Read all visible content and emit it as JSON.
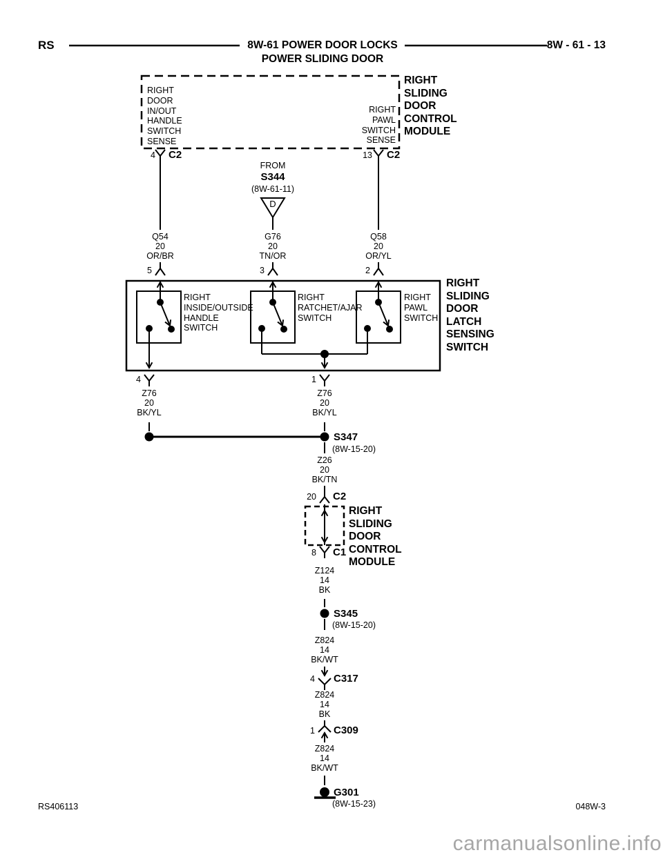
{
  "header": {
    "code": "RS",
    "title": "8W-61 POWER DOOR LOCKS",
    "subtitle": "POWER SLIDING DOOR",
    "page": "8W - 61 - 13"
  },
  "top_module": {
    "name": "RIGHT\nSLIDING\nDOOR\nCONTROL\nMODULE",
    "left_function": "RIGHT\nDOOR\nIN/OUT\nHANDLE\nSWITCH\nSENSE",
    "right_function": "RIGHT\nPAWL\nSWITCH\nSENSE",
    "left_connector": {
      "pin": "4",
      "name": "C2"
    },
    "right_connector": {
      "pin": "13",
      "name": "C2"
    }
  },
  "source": {
    "prefix": "FROM",
    "splice": "S344",
    "ref": "(8W-61-11)",
    "letter": "D"
  },
  "wires": {
    "q54": {
      "circuit": "Q54",
      "gauge": "20",
      "color": "OR/BR"
    },
    "g76": {
      "circuit": "G76",
      "gauge": "20",
      "color": "TN/OR"
    },
    "q58": {
      "circuit": "Q58",
      "gauge": "20",
      "color": "OR/YL"
    },
    "z76_left": {
      "circuit": "Z76",
      "gauge": "20",
      "color": "BK/YL"
    },
    "z76_right": {
      "circuit": "Z76",
      "gauge": "20",
      "color": "BK/YL"
    },
    "z26": {
      "circuit": "Z26",
      "gauge": "20",
      "color": "BK/TN"
    },
    "z124": {
      "circuit": "Z124",
      "gauge": "14",
      "color": "BK"
    },
    "z824_top": {
      "circuit": "Z824",
      "gauge": "14",
      "color": "BK/WT"
    },
    "z824_mid": {
      "circuit": "Z824",
      "gauge": "14",
      "color": "BK"
    },
    "z824_bottom": {
      "circuit": "Z824",
      "gauge": "14",
      "color": "BK/WT"
    }
  },
  "latch_switch": {
    "name": "RIGHT\nSLIDING\nDOOR\nLATCH\nSENSING\nSWITCH",
    "top_pins": [
      "5",
      "3",
      "2"
    ],
    "switches": [
      "RIGHT\nINSIDE/OUTSIDE\nHANDLE\nSWITCH",
      "RIGHT\nRATCHET/AJAR\nSWITCH",
      "RIGHT\nPAWL\nSWITCH"
    ],
    "bottom_pins": [
      "4",
      "1"
    ]
  },
  "splice_s347": {
    "name": "S347",
    "ref": "(8W-15-20)"
  },
  "mid_module": {
    "name": "RIGHT\nSLIDING\nDOOR\nCONTROL\nMODULE",
    "top_connector": {
      "pin": "20",
      "name": "C2"
    },
    "bottom_connector": {
      "pin": "8",
      "name": "C1"
    }
  },
  "splice_s345": {
    "name": "S345",
    "ref": "(8W-15-20)"
  },
  "connector_c317": {
    "pin": "4",
    "name": "C317"
  },
  "connector_c309": {
    "pin": "1",
    "name": "C309"
  },
  "ground": {
    "name": "G301",
    "ref": "(8W-15-23)"
  },
  "footer": {
    "left": "RS406113",
    "right": "048W-3",
    "watermark": "carmanualsonline.info"
  }
}
